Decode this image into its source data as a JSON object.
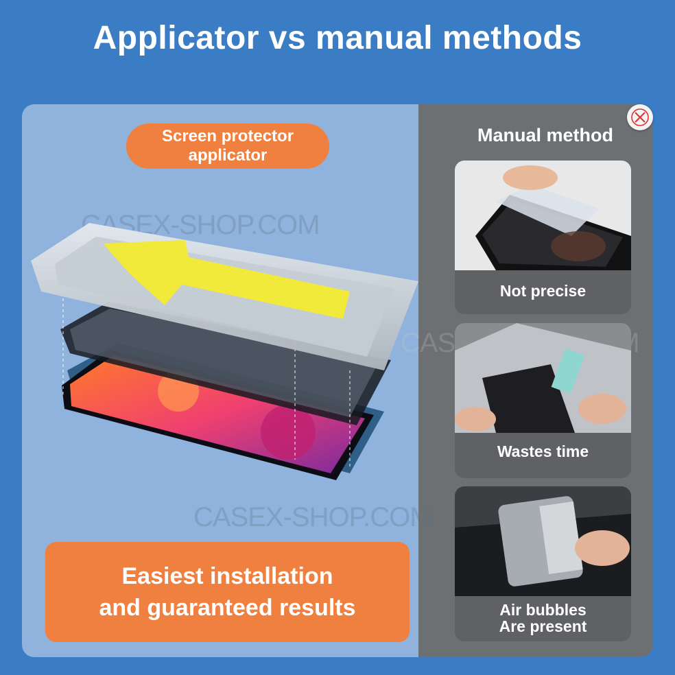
{
  "title": "Applicator vs manual methods",
  "left": {
    "pill_line1": "Screen protector",
    "pill_line2": "applicator",
    "watermark": "CASEX-SHOP.COM",
    "bottom_line1": "Easiest installation",
    "bottom_line2": "and guaranteed results"
  },
  "right": {
    "heading": "Manual method",
    "cards": [
      {
        "line1": "Not precise",
        "line2": ""
      },
      {
        "line1": "Wastes time",
        "line2": ""
      },
      {
        "line1": "Air bubbles",
        "line2": "Are present"
      }
    ]
  },
  "colors": {
    "background": "#3a7dc4",
    "left_panel": "#8fb3dd",
    "right_panel": "#6d7073",
    "accent_orange": "#f08040",
    "close_red": "#e03030"
  }
}
